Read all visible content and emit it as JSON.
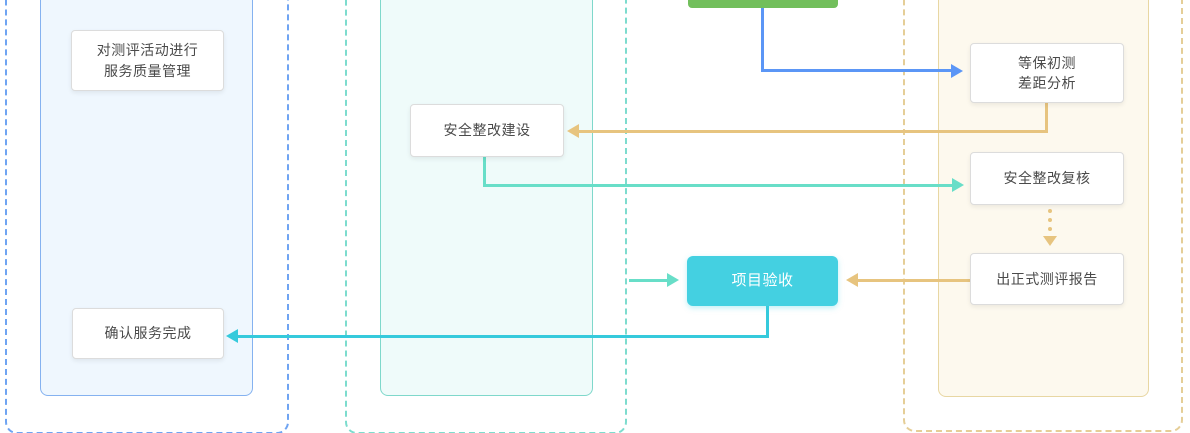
{
  "diagram": {
    "nodes": {
      "service_quality": {
        "label": "对测评活动进行\n服务质量管理"
      },
      "rectify_build": {
        "label": "安全整改建设"
      },
      "gap_analysis": {
        "label": "等保初测\n差距分析"
      },
      "rectify_review": {
        "label": "安全整改复核"
      },
      "final_report": {
        "label": "出正式测评报告"
      },
      "project_acceptance": {
        "label": "项目验收"
      },
      "confirm_complete": {
        "label": "确认服务完成"
      }
    },
    "colors": {
      "lane1_dashed_border": "#6fa4f2",
      "lane1_panel_border": "#85b2f0",
      "lane1_panel_fill": "#eff7fe",
      "lane2_dashed_border": "#7ddcce",
      "lane2_panel_border": "#7fd8cb",
      "lane2_panel_fill": "#effbfa",
      "lane3_dashed_border": "#e5ce97",
      "lane3_panel_border": "#e8d7a3",
      "lane3_panel_fill": "#fdf9ee",
      "green_node_fill": "#72bf5c",
      "acceptance_node_fill": "#44d0e1",
      "arrow_blue": "#5b96f6",
      "arrow_tan": "#e7c47f",
      "arrow_teal": "#68dec8",
      "arrow_cyan": "#35cadc",
      "node_border": "#dcdcdc",
      "node_text": "#4a4a4a"
    }
  }
}
